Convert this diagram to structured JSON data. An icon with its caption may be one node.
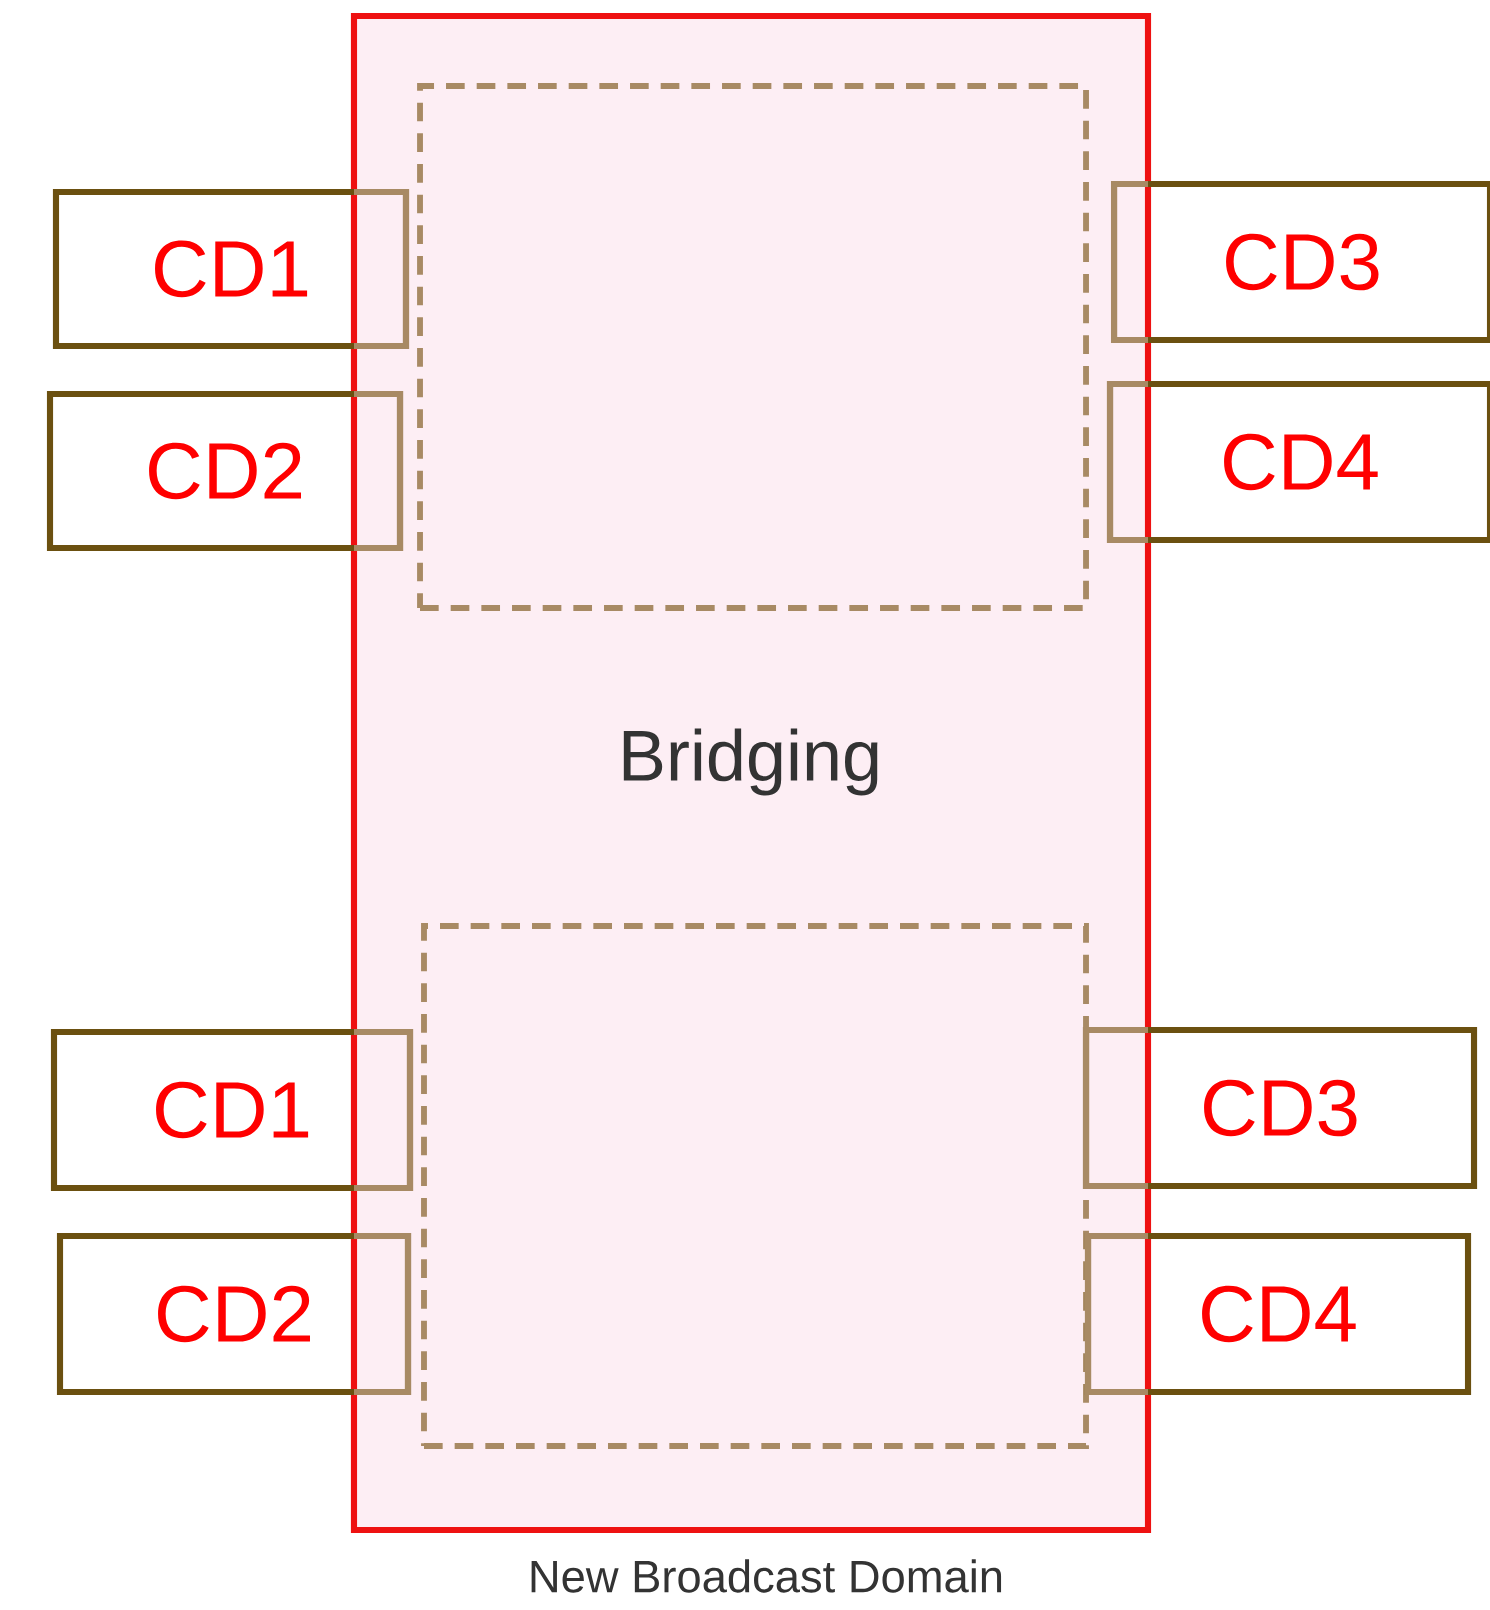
{
  "diagram": {
    "nodes": [
      {
        "text": [
          "Bridging"
        ],
        "beside": [
          "New Broadcast Domain"
        ]
      },
      {
        "text": [],
        "shape": "box",
        "in": 0
      },
      {
        "text": [],
        "shape": "box",
        "in": 0
      },
      {
        "text": [
          "CD1"
        ]
      },
      {
        "text": [
          "CD3"
        ]
      },
      {
        "text": [
          "CD2"
        ]
      },
      {
        "text": [
          "CD4"
        ]
      },
      {
        "text": [
          "CD1"
        ]
      },
      {
        "text": [
          "CD3"
        ]
      },
      {
        "text": [
          "CD2"
        ]
      },
      {
        "text": [
          "CD4"
        ]
      }
    ]
  }
}
